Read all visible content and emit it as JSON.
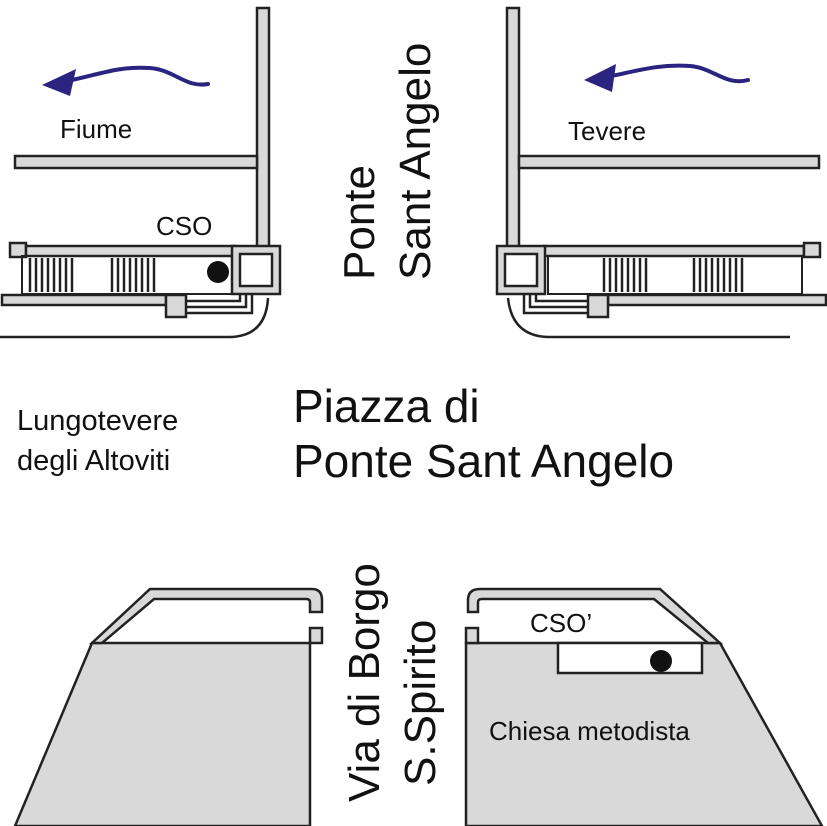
{
  "labels": {
    "fiume": "Fiume",
    "tevere": "Tevere",
    "cso": "CSO",
    "cso_prime": "CSO’",
    "ponte_line1": "Ponte",
    "ponte_line2": "Sant Angelo",
    "lungotevere_line1": "Lungotevere",
    "lungotevere_line2": "degli Altoviti",
    "piazza_line1": "Piazza di",
    "piazza_line2": "Ponte Sant Angelo",
    "via_line1": "Via di Borgo",
    "via_line2": "S.Spirito",
    "chiesa": "Chiesa metodista"
  },
  "colors": {
    "fill": "#d9d9d9",
    "outline": "#222222",
    "flow_arrow": "#2a2480",
    "cso_marker": "#111111"
  },
  "icons": {
    "flow": "arrow-left-icon",
    "cso_marker": "filled-circle-icon"
  }
}
